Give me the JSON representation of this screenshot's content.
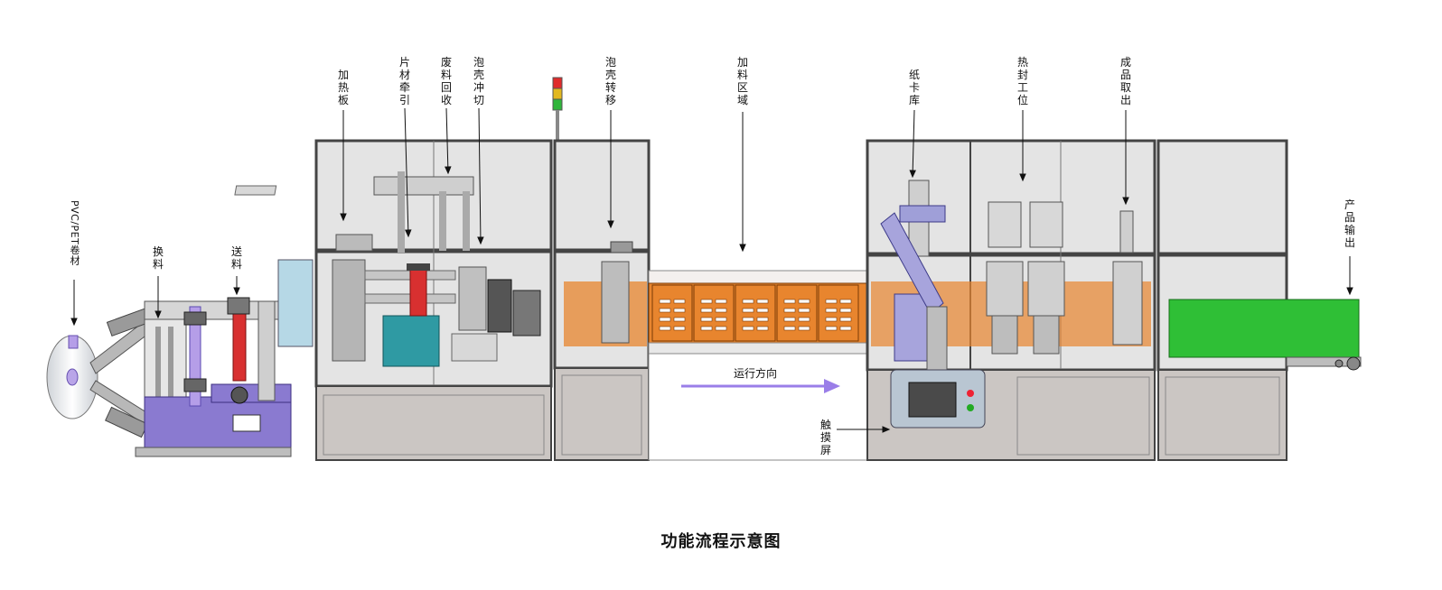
{
  "labels": {
    "pvc_roll": "PVC/PET卷材",
    "change_material": "换料",
    "feed": "送料",
    "heating_plate": "加热板",
    "sheet_traction": "片材牵引",
    "waste_recovery": "废料回收",
    "blister_punch": "泡壳冲切",
    "blister_transfer": "泡壳转移",
    "loading_area": "加料区域",
    "card_magazine": "纸卡库",
    "heat_seal_station": "热封工位",
    "product_pickup": "成品取出",
    "product_output": "产品输出",
    "touch_screen": "触摸屏"
  },
  "flow_direction": "运行方向",
  "caption": "功能流程示意图",
  "colors": {
    "frame": "#444444",
    "glass": "#e4e4e4",
    "base": "#cbc6c3",
    "orange": "#e8852e",
    "purple_base": "#8a7ad0",
    "teal": "#2f9aa3",
    "red": "#d83030",
    "green_conveyor": "#2fbf36",
    "arrow_purple": "#9a7ee8"
  }
}
